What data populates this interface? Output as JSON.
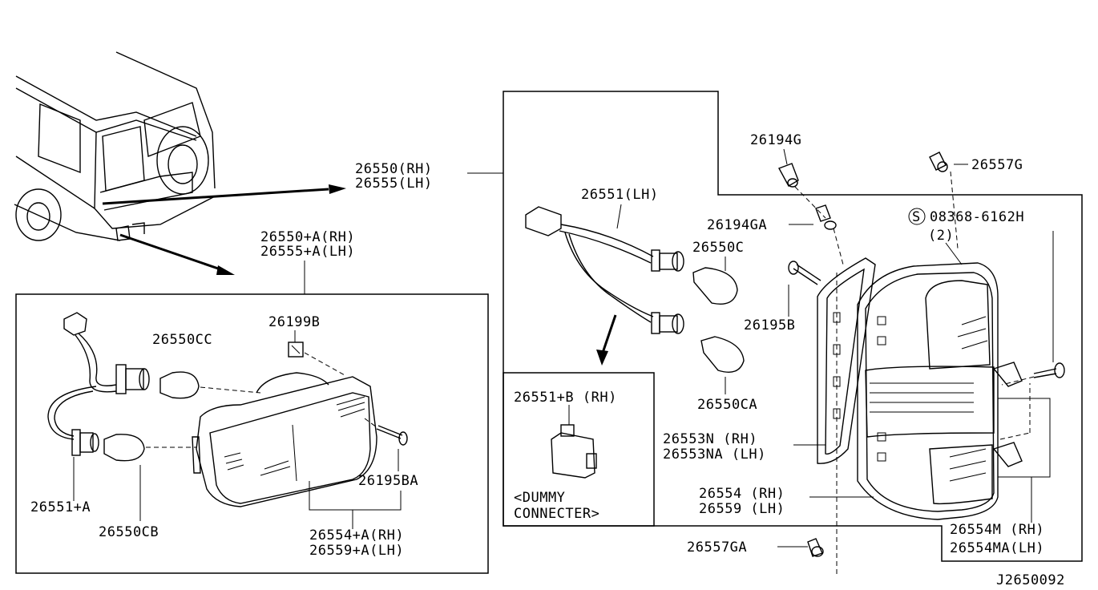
{
  "labels": {
    "main_rh": "26550(RH)",
    "main_lh": "26555(LH)",
    "front_assy_rh": "26550+A(RH)",
    "front_assy_lh": "26555+A(LH)",
    "socket_lh": "26551(LH)",
    "p_26194g": "26194G",
    "p_26194ga": "26194GA",
    "p_26557g": "26557G",
    "bolt": "08368-6162H",
    "bolt_qty": "(2)",
    "bulb_26550c": "26550C",
    "screw_26195b": "26195B",
    "bulb_26550ca": "26550CA",
    "dummy_part": "26551+B (RH)",
    "dummy_note_1": "<DUMMY",
    "dummy_note_2": "CONNECTER>",
    "gasket_rh": "26553N  (RH)",
    "gasket_lh": "26553NA (LH)",
    "lens_rh": "26554 (RH)",
    "lens_lh": "26559 (LH)",
    "p_26557ga": "26557GA",
    "lens_m_rh": "26554M  (RH)",
    "lens_m_lh": "26554MA(LH)",
    "diagram_id": "J2650092",
    "p_26199b": "26199B",
    "bulb_26550cc": "26550CC",
    "socket_a": "26551+A",
    "bulb_26550cb": "26550CB",
    "screw_26195ba": "26195BA",
    "lens_a_rh": "26554+A(RH)",
    "lens_a_lh": "26559+A(LH)",
    "s_mark": "S"
  },
  "icons": [
    "vehicle-illustration",
    "wire-harness-icon",
    "bulb-icon",
    "screw-icon",
    "clip-icon",
    "lamp-housing-icon",
    "connector-icon"
  ]
}
